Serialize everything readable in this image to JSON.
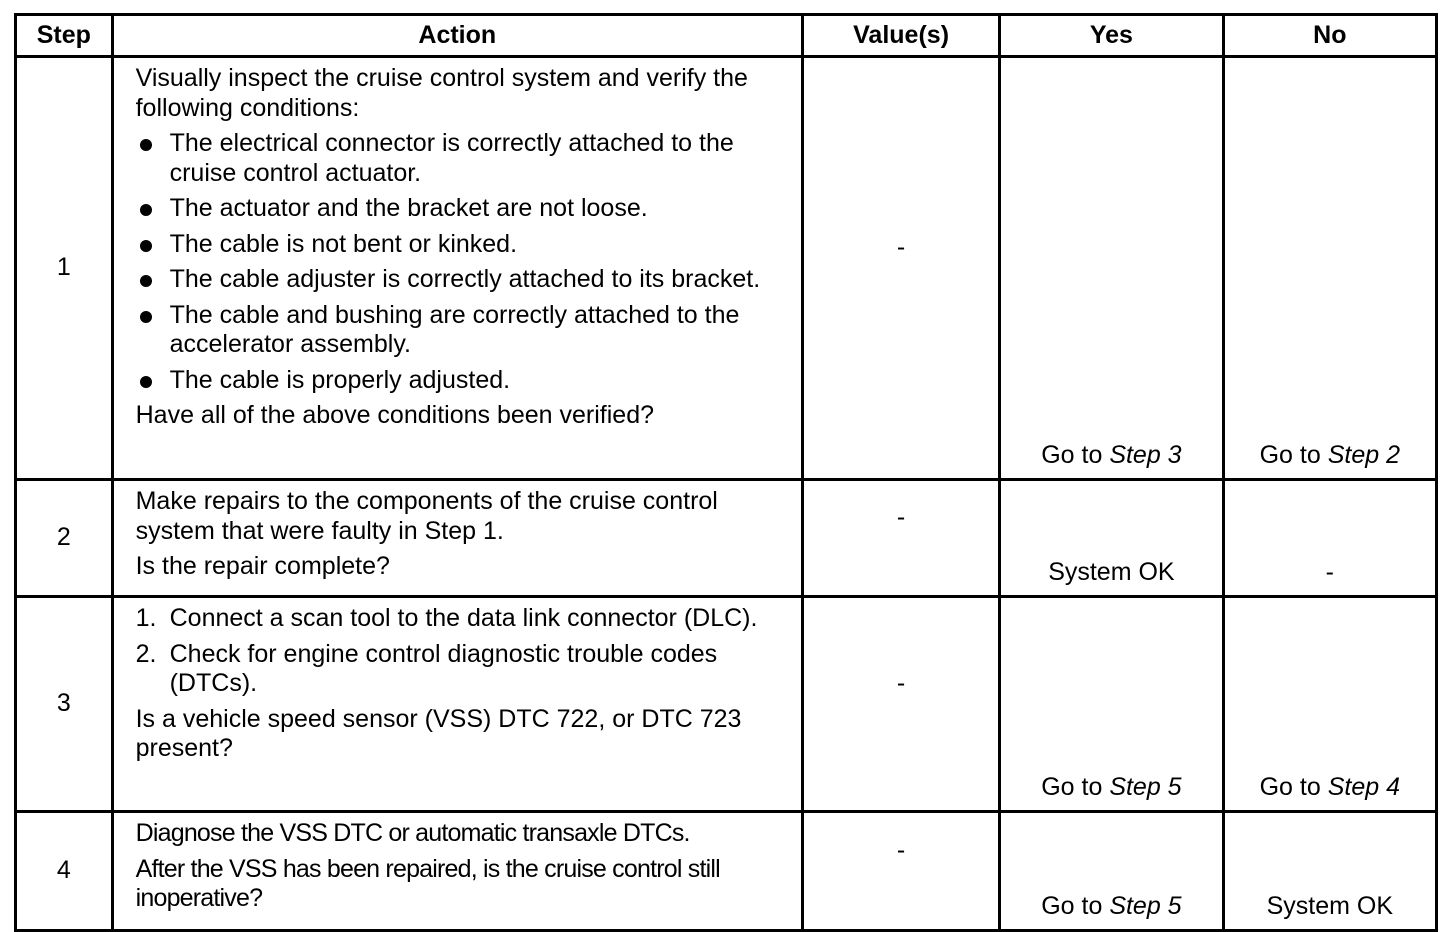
{
  "headers": {
    "step": "Step",
    "action": "Action",
    "values": "Value(s)",
    "yes": "Yes",
    "no": "No"
  },
  "rows": [
    {
      "step": "1",
      "intro": "Visually inspect the cruise control system and verify the following conditions:",
      "bullets": [
        "The electrical connector is correctly attached to the cruise control actuator.",
        "The actuator and the bracket are not loose.",
        "The cable is not bent or kinked.",
        "The cable adjuster is correctly attached to its bracket.",
        "The cable and bushing are correctly attached to the accelerator assembly.",
        "The cable is properly adjusted."
      ],
      "question": "Have all of the above conditions been verified?",
      "value": "-",
      "yes_prefix": "Go to ",
      "yes_ref": "Step 3",
      "no_prefix": "Go to ",
      "no_ref": "Step 2"
    },
    {
      "step": "2",
      "text": "Make repairs to the components of the cruise control system that were faulty in Step 1.",
      "question": "Is the repair complete?",
      "value": "-",
      "yes": "System OK",
      "no": "-"
    },
    {
      "step": "3",
      "numbered": [
        {
          "num": "1.",
          "text": "Connect a scan tool to the data link connector (DLC)."
        },
        {
          "num": "2.",
          "text": "Check for engine control diagnostic trouble codes (DTCs)."
        }
      ],
      "question": "Is a vehicle speed sensor (VSS) DTC 722, or DTC 723 present?",
      "value": "-",
      "yes_prefix": "Go to ",
      "yes_ref": "Step 5",
      "no_prefix": "Go to ",
      "no_ref": "Step 4"
    },
    {
      "step": "4",
      "text": "Diagnose the VSS DTC or automatic transaxle DTCs.",
      "question": "After the VSS has been repaired, is the cruise control still inoperative?",
      "value": "-",
      "yes_prefix": "Go to ",
      "yes_ref": "Step 5",
      "no": "System OK"
    }
  ]
}
